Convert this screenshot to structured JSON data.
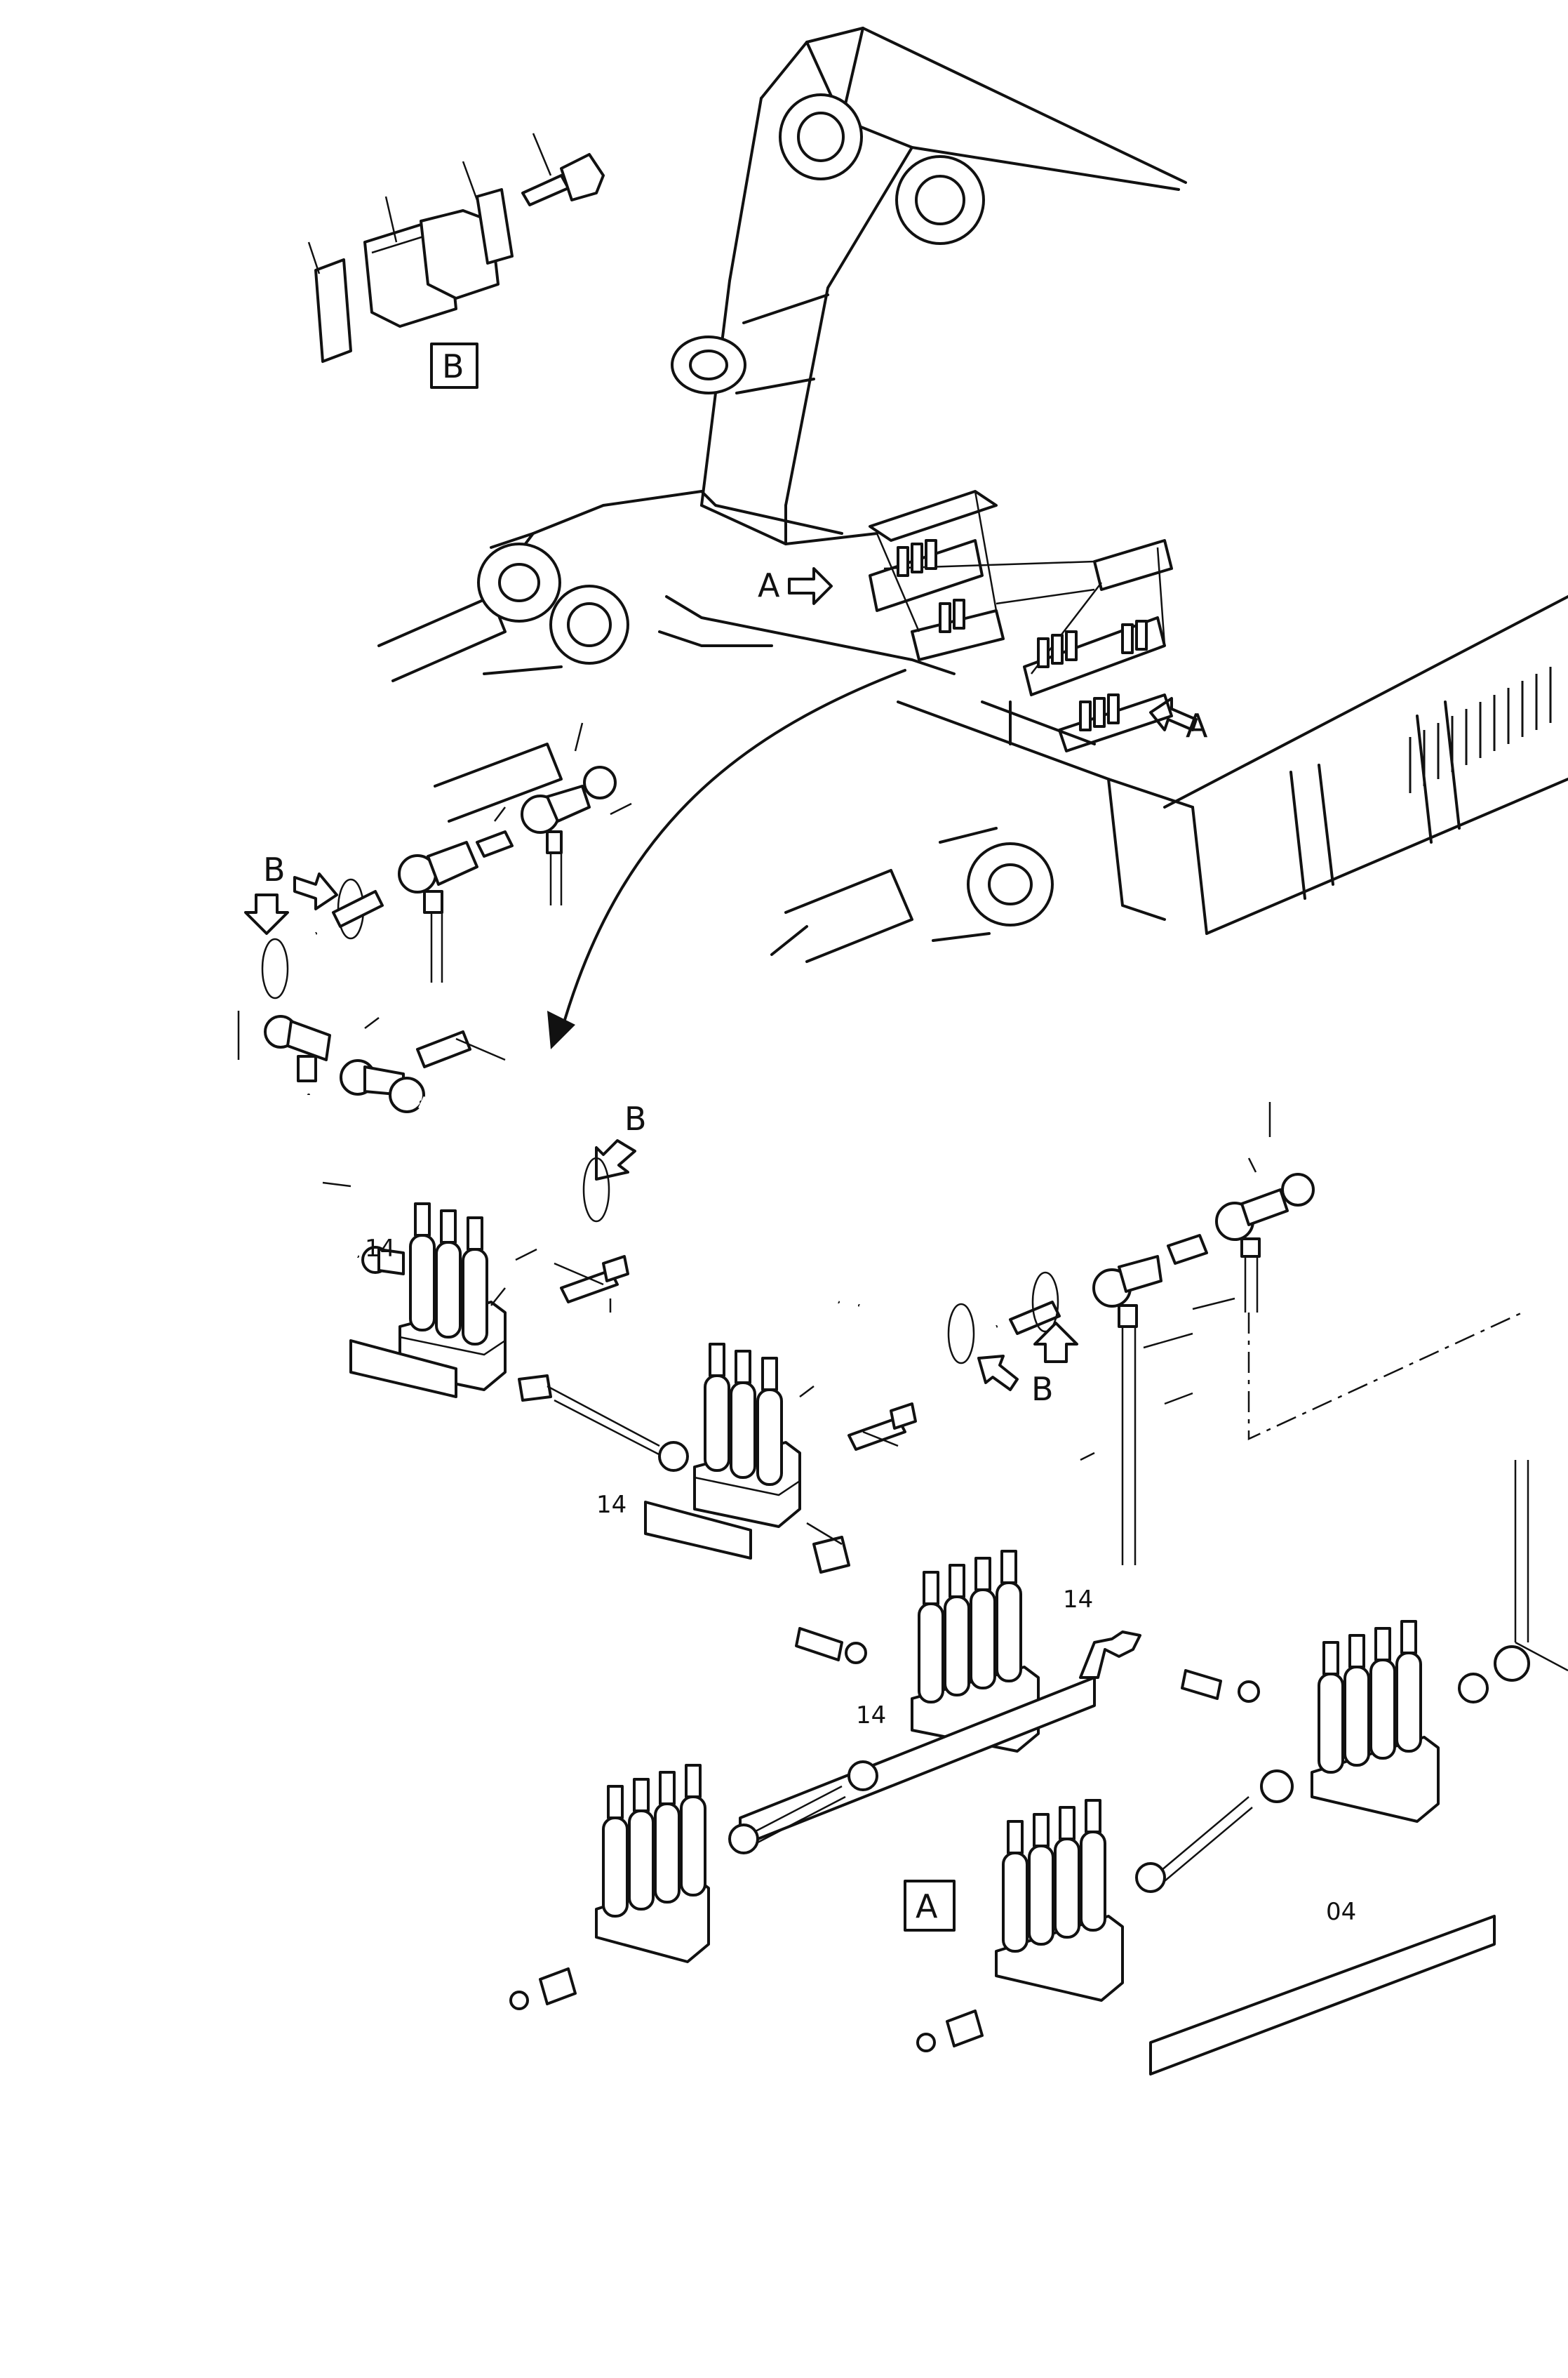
{
  "labels": {
    "detail_b": "B",
    "detail_a": "A",
    "arrow_a": "A",
    "arrow_b": "B",
    "ref_14": "14",
    "ref_04": "04"
  }
}
